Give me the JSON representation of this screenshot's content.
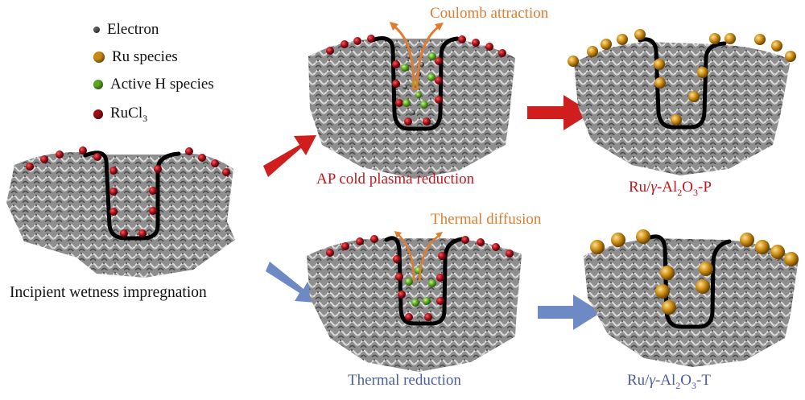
{
  "legend": [
    {
      "label": "Electron",
      "color": "#555555"
    },
    {
      "label": "Ru species",
      "color": "#c88a14"
    },
    {
      "label": "Active H species",
      "color": "#5ca81f"
    },
    {
      "label": "RuCl",
      "sub": "3",
      "color": "#9e0d14"
    }
  ],
  "labels": {
    "impregnation": "Incipient wetness impregnation",
    "coulomb": "Coulomb attraction",
    "plasma": "AP cold plasma reduction",
    "thermal_diffusion": "Thermal diffusion",
    "thermal_reduction": "Thermal reduction",
    "product_p": {
      "a": "Ru/",
      "gamma": "γ",
      "b": "-Al",
      "s1": "2",
      "c": "O",
      "s2": "3",
      "d": "-P"
    },
    "product_t": {
      "a": "Ru/",
      "gamma": "γ",
      "b": "-Al",
      "s1": "2",
      "c": "O",
      "s2": "3",
      "d": "-T"
    }
  },
  "colors": {
    "plasma_path": "#d01e1e",
    "thermal_path": "#6e8ac4",
    "annotation": "#e37b2c",
    "support": "#8a8a8a"
  }
}
